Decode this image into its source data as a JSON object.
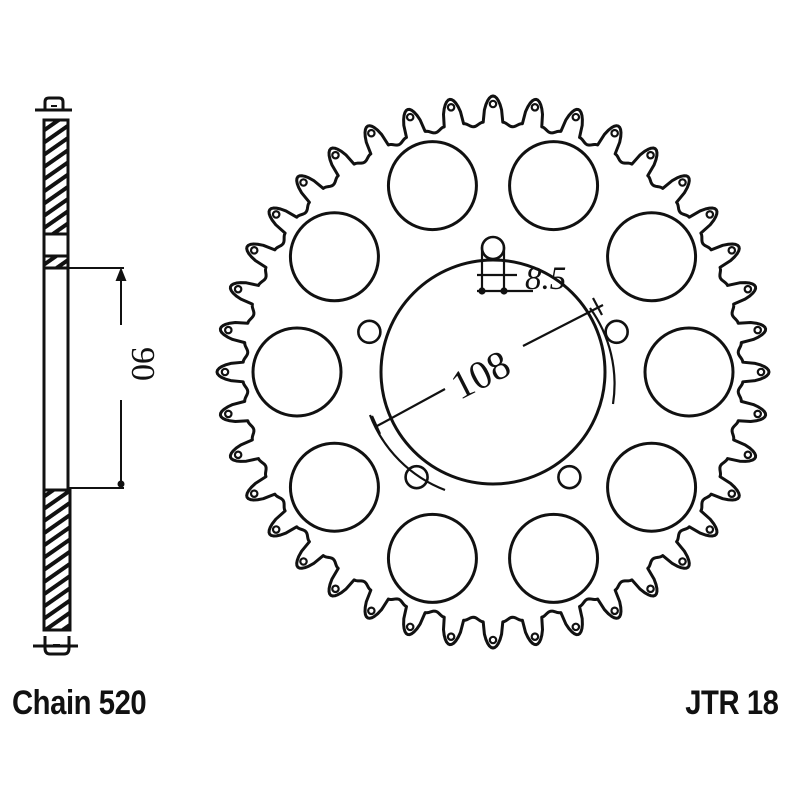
{
  "title_left": "Chain 520",
  "title_right": "JTR 18",
  "ink_color": "#111111",
  "background_color": "#ffffff",
  "side_view": {
    "dimension_label": "90",
    "dimension_orientation": "vertical (rotated text)"
  },
  "sprocket": {
    "teeth_count": 40,
    "lightening_holes_count": 10,
    "bolt_holes_count": 5,
    "bolt_hole_dimension_label": "8.5",
    "pitch_circle_dimension_label": "108"
  }
}
